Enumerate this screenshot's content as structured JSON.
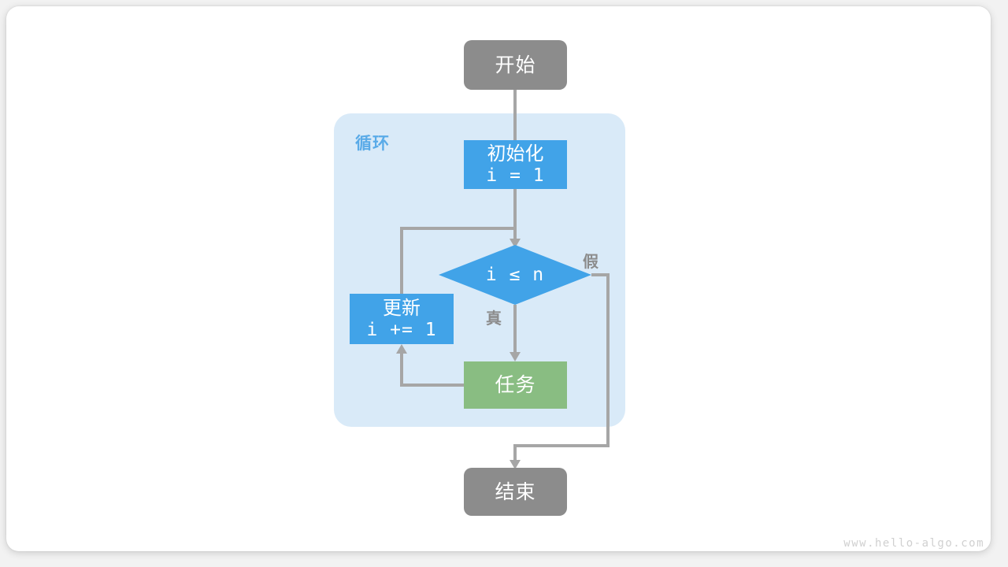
{
  "diagram": {
    "title": "for-loop-flowchart",
    "watermark": "www.hello-algo.com",
    "colors": {
      "terminal": "#8c8c8c",
      "process_blue": "#41a3e8",
      "process_green": "#89bd82",
      "loop_container": "#d9eaf8",
      "loop_label": "#5aabe8",
      "connector": "#a6a6a6",
      "page_background": "#f2f2f2",
      "card_background": "#ffffff"
    },
    "loop_container": {
      "label": "循环"
    },
    "nodes": {
      "start": {
        "label": "开始",
        "shape": "rounded-rectangle",
        "kind": "terminal"
      },
      "init": {
        "line1": "初始化",
        "line2": "i = 1",
        "shape": "rectangle",
        "kind": "process"
      },
      "condition": {
        "label": "i ≤ n",
        "shape": "diamond",
        "kind": "decision"
      },
      "update": {
        "line1": "更新",
        "line2": "i += 1",
        "shape": "rectangle",
        "kind": "process"
      },
      "task": {
        "label": "任务",
        "shape": "rectangle",
        "kind": "process"
      },
      "end": {
        "label": "结束",
        "shape": "rounded-rectangle",
        "kind": "terminal"
      }
    },
    "edges": [
      {
        "id": "start-to-init",
        "from": "start",
        "to": "init",
        "label": "",
        "arrow": false
      },
      {
        "id": "init-to-condition",
        "from": "init",
        "to": "condition",
        "label": "",
        "arrow": true
      },
      {
        "id": "condition-to-task",
        "from": "condition",
        "to": "task",
        "label": "真",
        "arrow": true
      },
      {
        "id": "task-to-update",
        "from": "task",
        "to": "update",
        "label": "",
        "arrow": true
      },
      {
        "id": "update-to-condition",
        "from": "update",
        "to": "condition",
        "label": "",
        "arrow": true
      },
      {
        "id": "condition-to-end",
        "from": "condition",
        "to": "end",
        "label": "假",
        "arrow": true
      }
    ]
  }
}
